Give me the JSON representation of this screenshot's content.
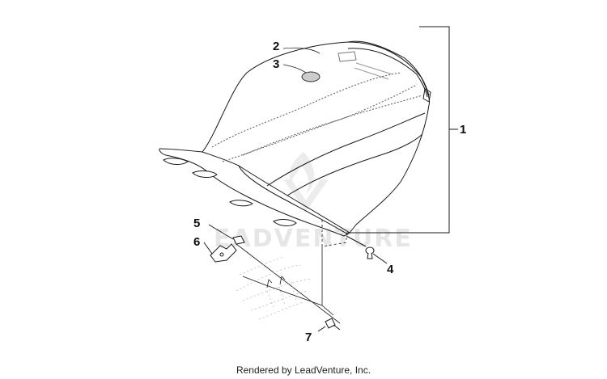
{
  "diagram": {
    "callouts": [
      {
        "id": "1",
        "label": "1"
      },
      {
        "id": "2",
        "label": "2"
      },
      {
        "id": "3",
        "label": "3"
      },
      {
        "id": "4",
        "label": "4"
      },
      {
        "id": "5",
        "label": "5"
      },
      {
        "id": "6",
        "label": "6"
      },
      {
        "id": "7",
        "label": "7"
      }
    ],
    "watermark": "EADVENTURE",
    "colors": {
      "line": "#1a1a1a",
      "watermark": "#e6e6e6",
      "background": "#ffffff"
    }
  },
  "footer": {
    "credit": "Rendered by LeadVenture, Inc."
  }
}
